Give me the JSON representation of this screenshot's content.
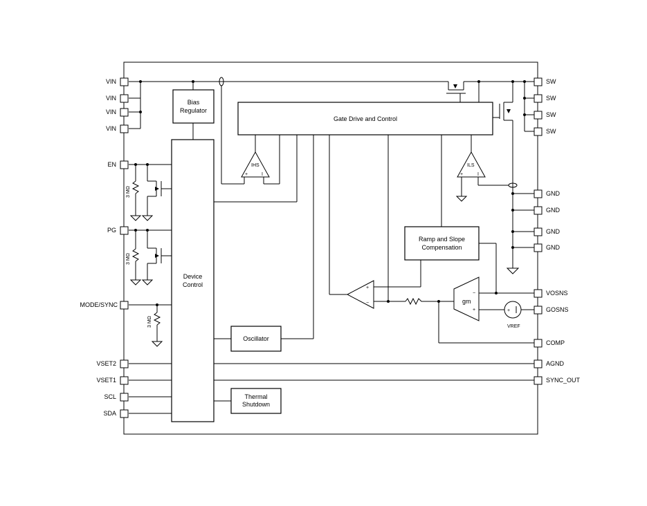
{
  "blocks": {
    "bias_regulator": [
      "Bias",
      "Regulator"
    ],
    "gate_drive": "Gate Drive and Control",
    "device_control": [
      "Device",
      "Control"
    ],
    "oscillator": "Oscillator",
    "thermal_shutdown": [
      "Thermal",
      "Shutdown"
    ],
    "ramp_slope": [
      "Ramp and Slope",
      "Compensation"
    ]
  },
  "pins_left": {
    "vin1": "VIN",
    "vin2": "VIN",
    "vin3": "VIN",
    "vin4": "VIN",
    "en": "EN",
    "pg": "PG",
    "mode_sync": "MODE/SYNC",
    "vset2": "VSET2",
    "vset1": "VSET1",
    "scl": "SCL",
    "sda": "SDA"
  },
  "pins_right": {
    "sw1": "SW",
    "sw2": "SW",
    "sw3": "SW",
    "sw4": "SW",
    "gnd1": "GND",
    "gnd2": "GND",
    "gnd3": "GND",
    "gnd4": "GND",
    "vosns": "VOSNS",
    "gosns": "GOSNS",
    "comp": "COMP",
    "agnd": "AGND",
    "sync_out": "SYNC_OUT"
  },
  "labels": {
    "res_en": "3 MΩ",
    "res_pg": "3 MΩ",
    "res_mode": "3 MΩ",
    "ihs": "IHS",
    "ils": "ILS",
    "gm": "gm",
    "vref": "VREF",
    "plus": "+",
    "minus": "−"
  }
}
